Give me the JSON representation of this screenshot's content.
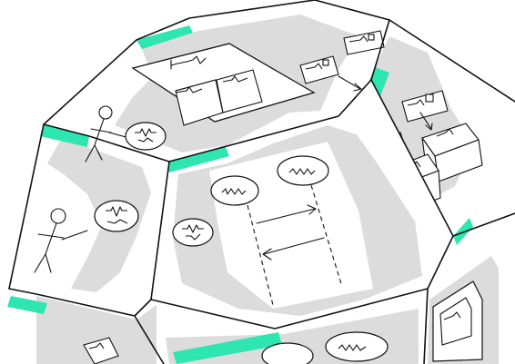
{
  "title": "",
  "subtitle": "",
  "colors": {
    "shade": "#dcdcdc",
    "accent": "#2fe5b0",
    "line": "#111111",
    "face": "#ffffff"
  },
  "illustration": {
    "subject": "polyhedron-with-uml-sketches",
    "icons": [
      "stick-figure-actor",
      "use-case-ellipse",
      "sequence-lifeline",
      "package-box",
      "window-box"
    ]
  }
}
